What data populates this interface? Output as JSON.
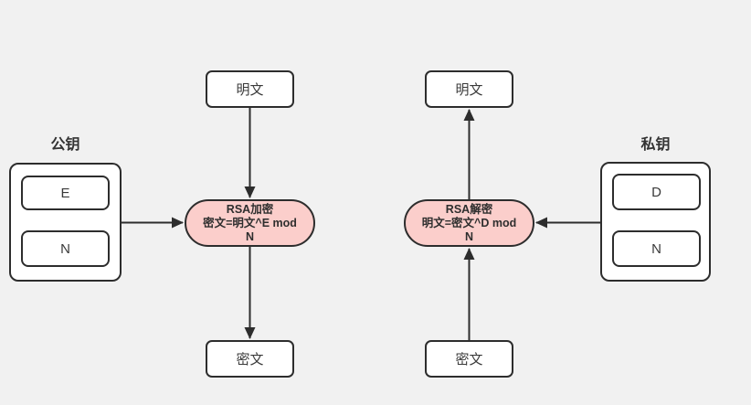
{
  "diagram": {
    "topic": "RSA encryption and decryption flow",
    "colors": {
      "background": "#f1f1f1",
      "node_fill": "#ffffff",
      "process_fill": "#fbcecb",
      "stroke": "#2d2d2d",
      "text": "#3a3a3a"
    },
    "public_key": {
      "label": "公钥",
      "slots": [
        "E",
        "N"
      ]
    },
    "private_key": {
      "label": "私钥",
      "slots": [
        "D",
        "N"
      ]
    },
    "encrypt_flow": {
      "input": "明文",
      "process_title": "RSA加密",
      "formula_line1": "密文=明文^E mod",
      "formula_line2": "N",
      "output": "密文"
    },
    "decrypt_flow": {
      "input": "密文",
      "process_title": "RSA解密",
      "formula_line1": "明文=密文^D mod",
      "formula_line2": "N",
      "output": "明文"
    }
  }
}
